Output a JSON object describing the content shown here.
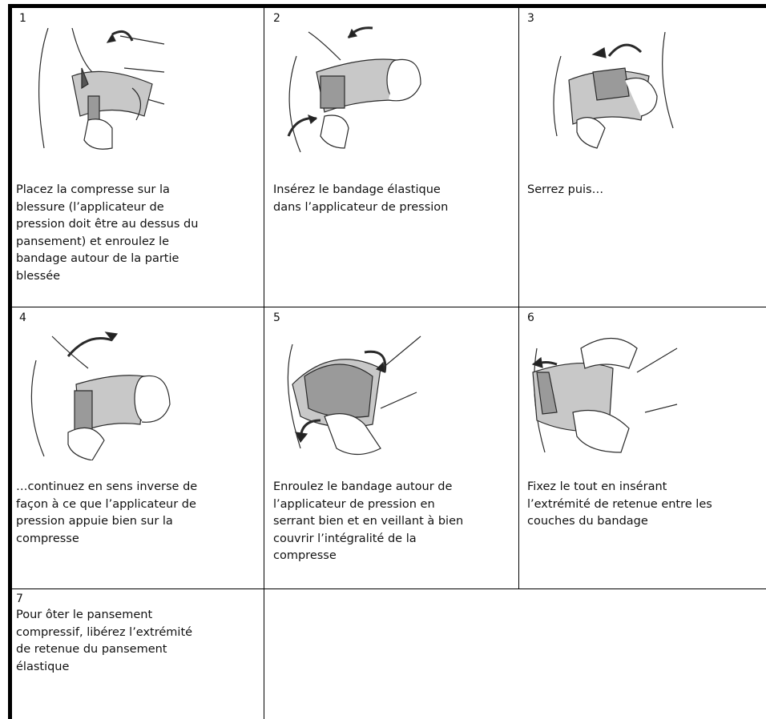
{
  "steps": [
    {
      "number": "1",
      "caption": "Placez la compresse sur la\nblessure (l’applicateur de\npression doit être au dessus du\npansement) et enroulez le\nbandage autour de la partie\nblessée"
    },
    {
      "number": "2",
      "caption": "Insérez le bandage élastique\ndans l’applicateur de pression"
    },
    {
      "number": "3",
      "caption": "Serrez puis…"
    },
    {
      "number": "4",
      "caption": "…continuez en sens inverse de\nfaçon à ce que l’applicateur de\npression appuie bien sur la\ncompresse"
    },
    {
      "number": "5",
      "caption": "Enroulez le bandage autour de\nl’applicateur de pression en\nserrant bien et en veillant à bien\ncouvrir l’intégralité de la\ncompresse"
    },
    {
      "number": "6",
      "caption": "Fixez le tout en insérant\nl’extrémité de retenue entre les\ncouches du bandage"
    },
    {
      "number": "7",
      "caption": "Pour ôter le pansement\ncompressif, libérez l’extrémité\nde retenue du pansement\nélastique"
    }
  ],
  "illustrations": [
    {
      "step": "1",
      "icon": "bandage-wrap-illustration"
    },
    {
      "step": "2",
      "icon": "bandage-insert-illustration"
    },
    {
      "step": "3",
      "icon": "bandage-tighten-illustration"
    },
    {
      "step": "4",
      "icon": "bandage-reverse-illustration"
    },
    {
      "step": "5",
      "icon": "bandage-cover-illustration"
    },
    {
      "step": "6",
      "icon": "bandage-secure-illustration"
    }
  ],
  "colors": {
    "border": "#000000",
    "ink": "#2a2a2a",
    "bandage": "#c8c8c8",
    "bandage_dark": "#9a9a9a"
  }
}
